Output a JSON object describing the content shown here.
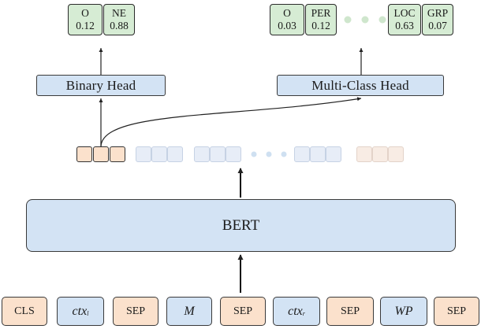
{
  "binary_outputs": [
    {
      "label": "O",
      "score": "0.12"
    },
    {
      "label": "NE",
      "score": "0.88"
    }
  ],
  "multi_outputs": [
    {
      "label": "O",
      "score": "0.03"
    },
    {
      "label": "PER",
      "score": "0.12"
    },
    {
      "label": "LOC",
      "score": "0.63"
    },
    {
      "label": "GRP",
      "score": "0.07"
    }
  ],
  "binary_head_label": "Binary Head",
  "multi_head_label": "Multi-Class Head",
  "bert_label": "BERT",
  "tokens": [
    {
      "text": "CLS",
      "style": "orange"
    },
    {
      "text": "ctx",
      "sub": "l",
      "style": "blue-italic"
    },
    {
      "text": "SEP",
      "style": "orange"
    },
    {
      "text": "M",
      "style": "blue-italic"
    },
    {
      "text": "SEP",
      "style": "orange"
    },
    {
      "text": "ctx",
      "sub": "r",
      "style": "blue-italic"
    },
    {
      "text": "SEP",
      "style": "orange"
    },
    {
      "text": "WP",
      "style": "blue-italic"
    },
    {
      "text": "SEP",
      "style": "orange"
    }
  ],
  "colors": {
    "output_fill": "#d6ecd4",
    "head_fill": "#d3e3f4",
    "token_orange": "#fbe1cc",
    "token_blue": "#d3e3f4",
    "dots_green": "#cfe6cd",
    "dots_blue": "#cfe0f1"
  }
}
